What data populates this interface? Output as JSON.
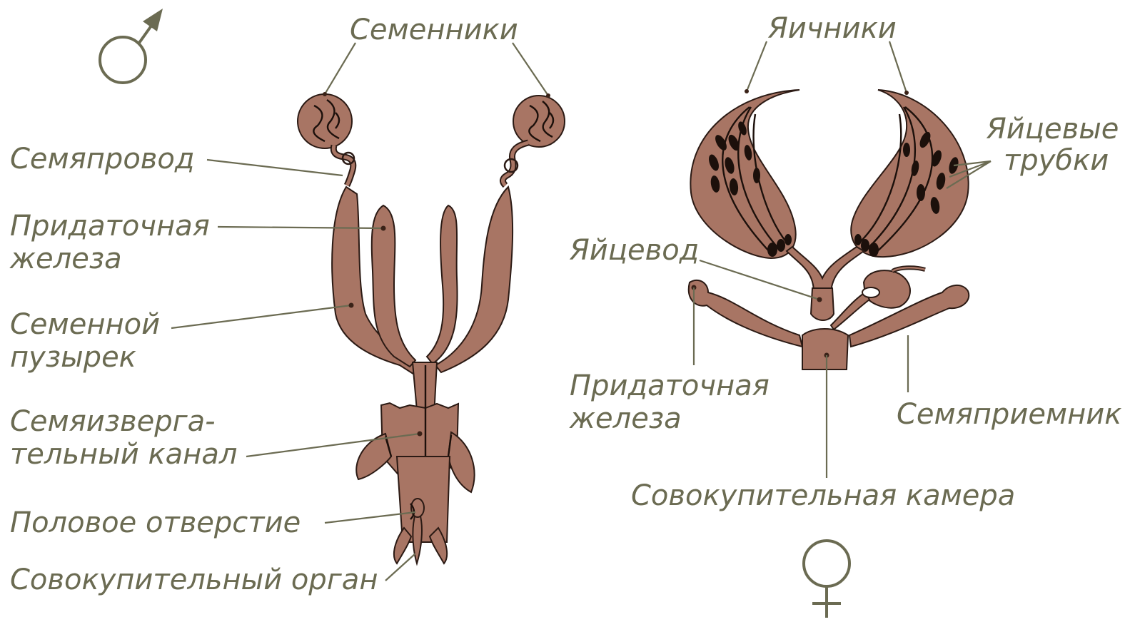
{
  "male": {
    "symbol": "♂",
    "labels": {
      "testes": "Семенники",
      "vas_deferens": "Семяпровод",
      "accessory_gland_1": "Придаточная",
      "accessory_gland_2": "железа",
      "seminal_vesicle_1": "Семенной",
      "seminal_vesicle_2": "пузырек",
      "ejaculatory_duct_1": "Семяизверга-",
      "ejaculatory_duct_2": "тельный канал",
      "genital_opening": "Половое отверстие",
      "copulatory_organ": "Совокупительный орган"
    }
  },
  "female": {
    "symbol": "♀",
    "labels": {
      "ovaries": "Яичники",
      "ovarioles_1": "Яйцевые",
      "ovarioles_2": "трубки",
      "oviduct": "Яйцевод",
      "accessory_gland_1": "Придаточная",
      "accessory_gland_2": "железа",
      "spermatheca": "Семяприемник",
      "bursa_copulatrix": "Совокупительная камера"
    }
  },
  "colors": {
    "organ_fill": "#a87564",
    "organ_outline": "#2b1a14",
    "label_text": "#6b6b52",
    "ovariole_dark": "#1c100b"
  }
}
